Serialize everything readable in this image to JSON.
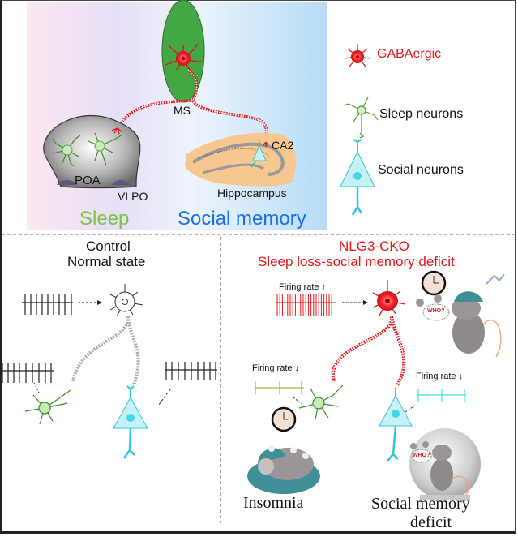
{
  "top_panel": {
    "labels": {
      "ms": "MS",
      "ca2": "CA2",
      "poa": "POA",
      "vlpo": "VLPO",
      "hippocampus": "Hippocampus",
      "sleep": "Sleep",
      "social_memory": "Social memory"
    },
    "legend": [
      {
        "icon": "gabaergic-neuron-icon",
        "label": "GABAergic",
        "color": "#e8141c"
      },
      {
        "icon": "sleep-neuron-icon",
        "label": "Sleep neurons",
        "color": "#111111"
      },
      {
        "icon": "social-neuron-icon",
        "label": "Social neurons",
        "color": "#111111"
      }
    ]
  },
  "control_panel": {
    "title_line1": "Control",
    "title_line2": "Normal state"
  },
  "cko_panel": {
    "title_line1": "NLG3-CKO",
    "title_line2": "Sleep loss-social memory deficit",
    "firing_up": "Firing rate",
    "firing_down_sleep": "Firing rate",
    "firing_down_social": "Firing rate",
    "who_text": "WHO?",
    "insomnia": "Insomnia",
    "deficit_line1": "Social memory",
    "deficit_line2": "deficit"
  },
  "colors": {
    "gaba_red": "#e8141c",
    "sleep_green": "#7dc242",
    "social_blue": "#1a6fe8",
    "ms_green": "#3aa83a",
    "cyan": "#4fd8e8"
  }
}
